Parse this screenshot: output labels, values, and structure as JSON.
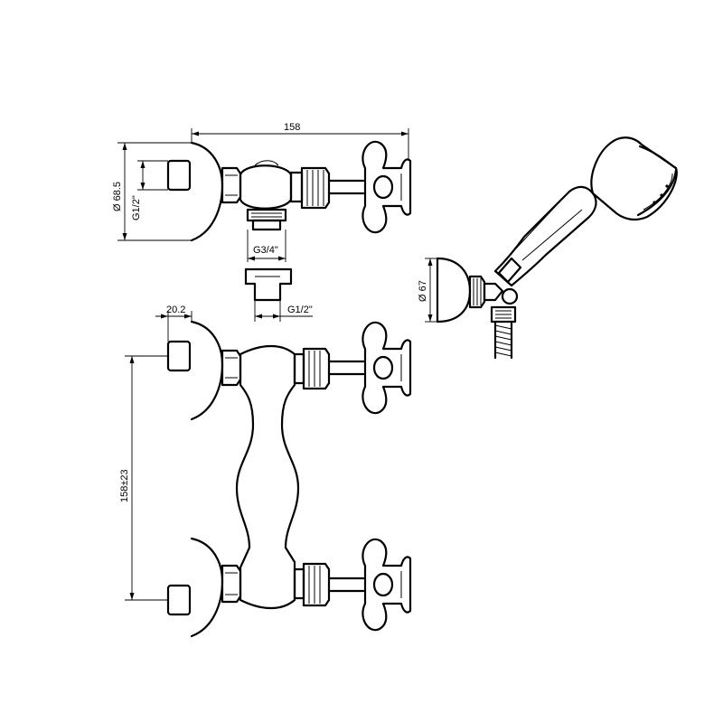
{
  "dimensions": {
    "overall_width": "158",
    "rosette_diameter": "Ø 68.5",
    "inlet_thread_top": "G1/2\"",
    "outlet_thread": "G3/4\"",
    "adapter_thread": "G1/2\"",
    "wall_offset": "20.2",
    "centre_distance": "158±23",
    "holder_diameter": "Ø 67"
  }
}
